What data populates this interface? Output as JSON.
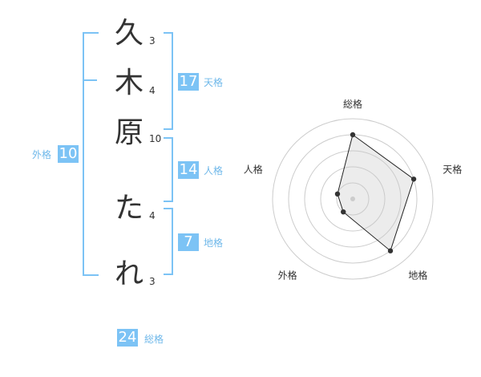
{
  "colors": {
    "accent": "#7cc3f5",
    "accent_text": "#6fb8ea",
    "text": "#333333",
    "grid": "#cccccc"
  },
  "name_chars": [
    {
      "char": "久",
      "strokes": "3"
    },
    {
      "char": "木",
      "strokes": "4"
    },
    {
      "char": "原",
      "strokes": "10"
    },
    {
      "char": "た",
      "strokes": "4"
    },
    {
      "char": "れ",
      "strokes": "3"
    }
  ],
  "kaku": {
    "tenkaku": {
      "value": "17",
      "label": "天格"
    },
    "jinkaku": {
      "value": "14",
      "label": "人格"
    },
    "chikaku": {
      "value": "7",
      "label": "地格"
    },
    "gaikaku": {
      "value": "10",
      "label": "外格"
    },
    "soukaku": {
      "value": "24",
      "label": "総格"
    }
  },
  "chart_data": {
    "type": "radar",
    "axes": [
      "総格",
      "天格",
      "地格",
      "外格",
      "人格"
    ],
    "values": [
      4,
      4,
      4,
      1,
      1
    ],
    "max": 5,
    "grid_levels": 5
  }
}
